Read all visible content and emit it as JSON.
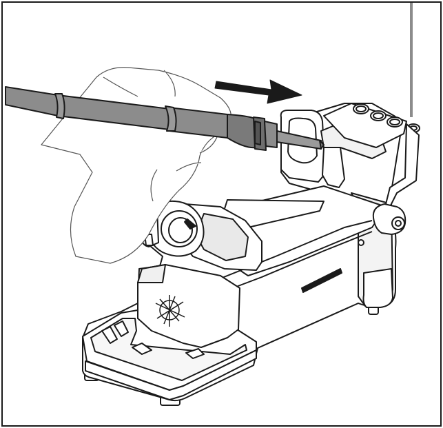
{
  "figure": {
    "kind": "line-art illustration",
    "colors": {
      "stroke": "#1a1a1a",
      "pen_fill": "#8c8c8c",
      "pen_dark": "#6e6e6e",
      "stand_fill": "#ffffff",
      "shadow": "#e9e9e9",
      "arrow": "#1a1a1a"
    },
    "icons": [
      "hand-outline",
      "soldering-pen",
      "direction-arrow",
      "iron-stand",
      "cleaning-sponge-tray",
      "wire-holder-bracket"
    ]
  }
}
